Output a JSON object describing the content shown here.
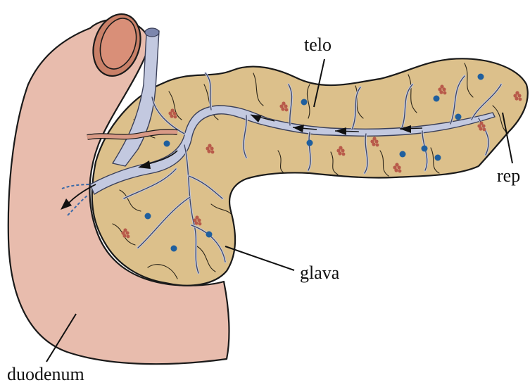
{
  "labels": {
    "body": "telo",
    "tail": "rep",
    "head": "glava",
    "duodenum": "duodenum"
  },
  "colors": {
    "duodenum_fill": "#e8bcad",
    "duodenum_lumen": "#d98f78",
    "pancreas_fill": "#dcc08b",
    "duct_fill": "#c3c9e0",
    "islet_dot": "#1f5f9e",
    "acini": "#b85a4a",
    "artery": "#d99a86"
  },
  "icons": {
    "flow_arrow": "arrow-head-icon",
    "islet": "islet-dot-icon",
    "acinus": "acinar-cluster-icon"
  }
}
